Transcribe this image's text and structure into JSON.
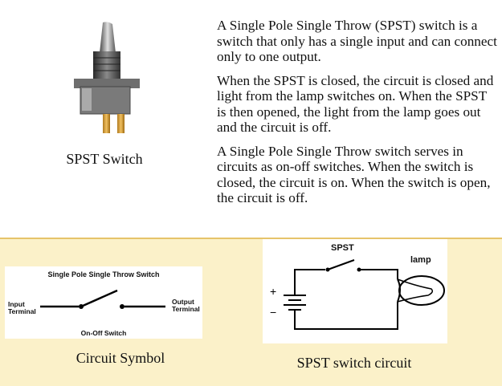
{
  "switch_caption": "SPST Switch",
  "paragraphs": [
    "A Single Pole Single Throw (SPST) switch is a switch that only has a single input and can connect only to one output.",
    "When the SPST is closed, the circuit is closed and light from the lamp switches on. When the SPST is then opened, the light from the lamp goes out and the circuit is off.",
    "A Single Pole Single Throw switch serves in circuits as on-off switches. When the switch is closed, the circuit is on. When the switch is open, the circuit is off."
  ],
  "symbol": {
    "title": "Single Pole Single Throw Switch",
    "input_line1": "Input",
    "input_line2": "Terminal",
    "output_line1": "Output",
    "output_line2": "Terminal",
    "bottom_label": "On-Off Switch",
    "caption": "Circuit Symbol"
  },
  "circuit": {
    "switch_label": "SPST",
    "lamp_label": "lamp",
    "plus": "+",
    "minus": "−",
    "caption": "SPST switch circuit"
  }
}
